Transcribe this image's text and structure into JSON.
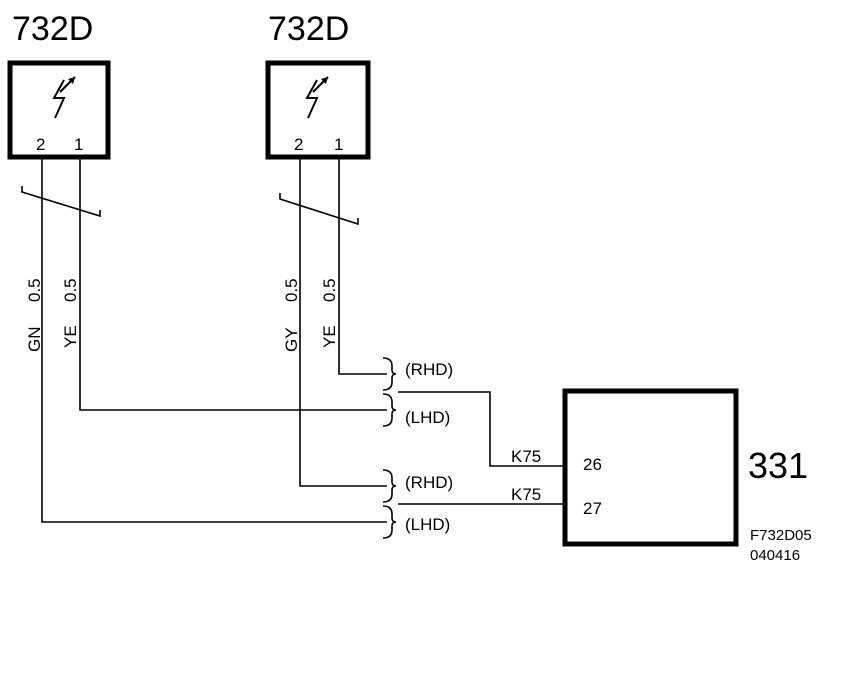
{
  "components": {
    "left": {
      "label": "732D",
      "pin_a": "2",
      "pin_b": "1"
    },
    "right": {
      "label": "732D",
      "pin_a": "2",
      "pin_b": "1"
    },
    "module": {
      "label": "331",
      "pin_26": "26",
      "pin_27": "27"
    }
  },
  "wires": {
    "gn": {
      "color": "GN",
      "size": "0.5"
    },
    "ye1": {
      "color": "YE",
      "size": "0.5"
    },
    "gy": {
      "color": "GY",
      "size": "0.5"
    },
    "ye2": {
      "color": "YE",
      "size": "0.5"
    }
  },
  "routes": {
    "rhd_upper": "(RHD)",
    "lhd_upper": "(LHD)",
    "rhd_lower": "(RHD)",
    "lhd_lower": "(LHD)"
  },
  "connectors": {
    "k75_upper": "K75",
    "k75_lower": "K75"
  },
  "figure": {
    "code": "F732D05",
    "date": "040416"
  }
}
